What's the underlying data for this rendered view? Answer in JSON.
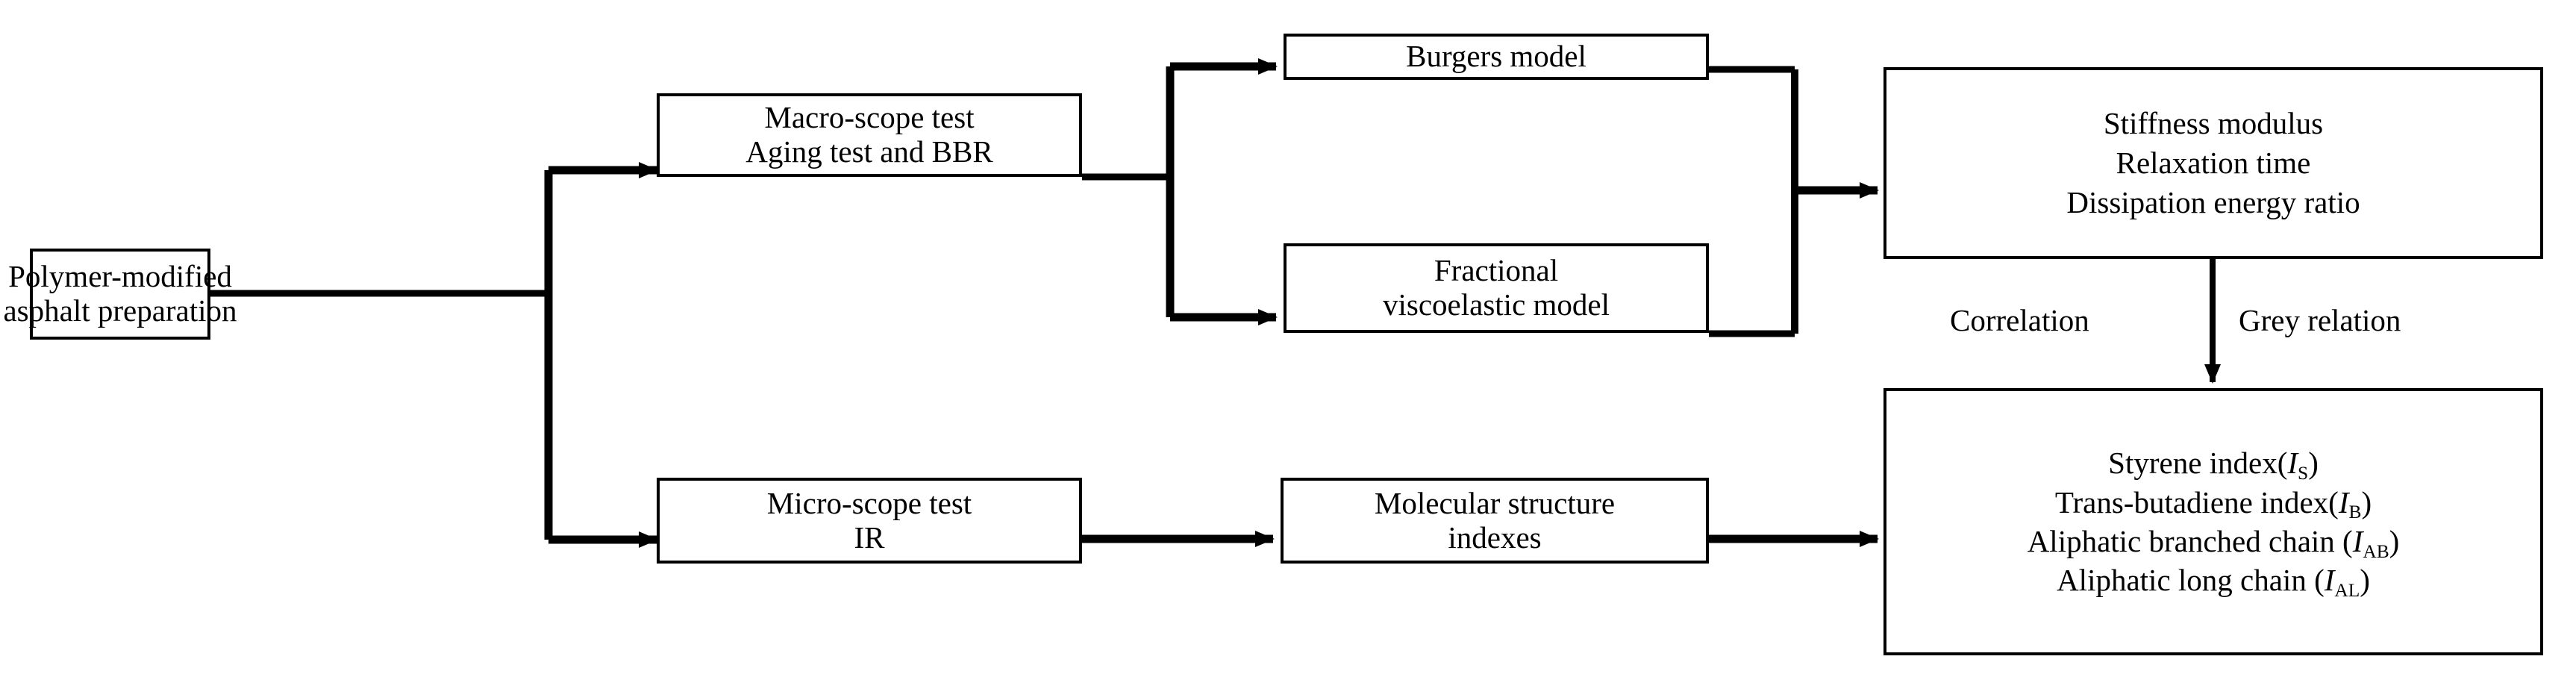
{
  "diagram": {
    "type": "flowchart",
    "title": "Polymer-modified asphalt research framework",
    "background_color": "#ffffff",
    "line_color": "#000000",
    "text_color": "#000000"
  },
  "nodes": {
    "preparation": {
      "lines": [
        "Polymer-modified",
        "asphalt preparation"
      ]
    },
    "macro_test": {
      "lines": [
        "Macro-scope test",
        "Aging test and BBR"
      ]
    },
    "micro_test": {
      "lines": [
        "Micro-scope test",
        "IR"
      ]
    },
    "burgers": {
      "lines": [
        "Burgers model"
      ]
    },
    "fractional": {
      "lines": [
        "Fractional",
        "viscoelastic model"
      ]
    },
    "molecular": {
      "lines": [
        "Molecular structure",
        "indexes"
      ]
    },
    "macro_results": {
      "lines": [
        "Stiffness modulus",
        "Relaxation time",
        "Dissipation energy ratio"
      ]
    },
    "micro_results": {
      "lines": [
        {
          "text": "Styrene index(",
          "sym": "I",
          "sub": "S",
          "tail": ")"
        },
        {
          "text": "Trans-butadiene index(",
          "sym": "I",
          "sub": "B",
          "tail": ")"
        },
        {
          "text": "Aliphatic branched chain (",
          "sym": "I",
          "sub": "AB",
          "tail": ")"
        },
        {
          "text": "Aliphatic long chain (",
          "sym": "I",
          "sub": "AL",
          "tail": ")"
        }
      ]
    }
  },
  "edge_labels": {
    "correlation": "Correlation",
    "grey_relation": "Grey relation"
  }
}
